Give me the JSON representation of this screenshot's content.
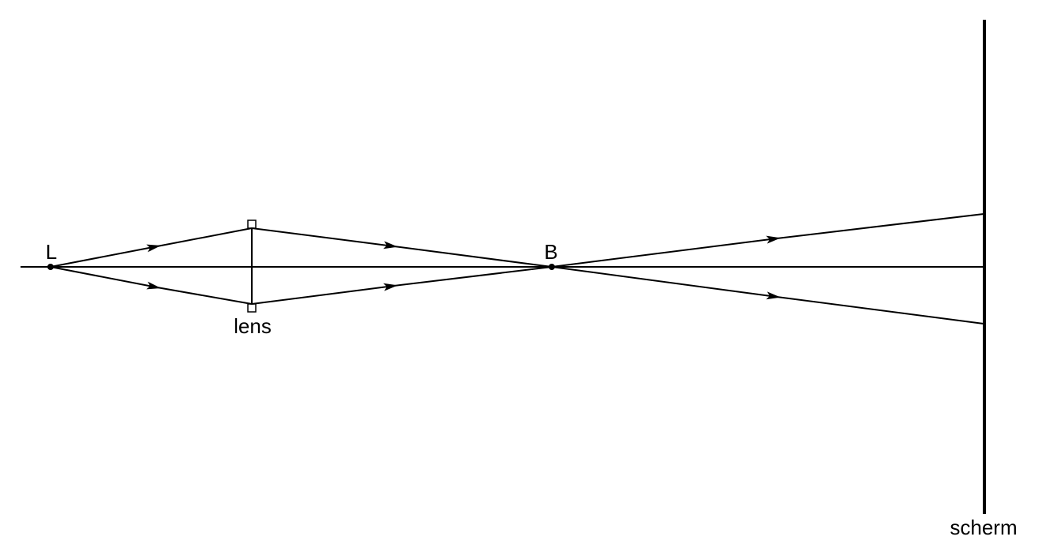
{
  "diagram": {
    "labels": {
      "source": "L",
      "lens": "lens",
      "image": "B",
      "screen": "scherm"
    },
    "colors": {
      "line": "#000000",
      "background": "#ffffff"
    }
  }
}
